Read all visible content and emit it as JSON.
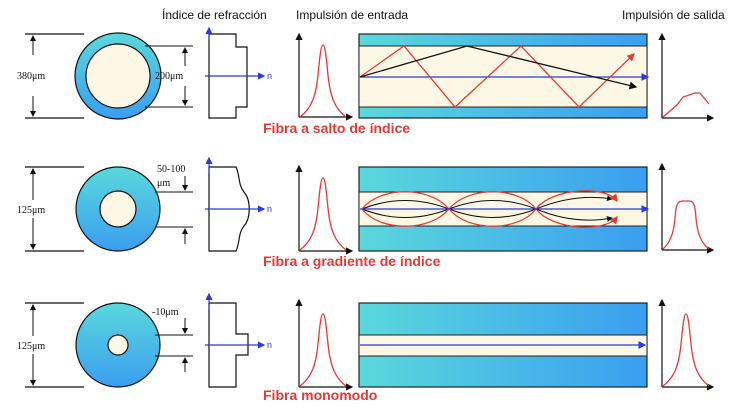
{
  "headers": {
    "refraction_index": "Índice de refracción",
    "input_pulse": "Impulsión de entrada",
    "output_pulse": "Impulsión de salida"
  },
  "axis_label_n": "n",
  "colors": {
    "cladding_start": "#5ad8dc",
    "cladding_end": "#3a9ef0",
    "core": "#fdf8e6",
    "ray_red": "#e53935",
    "axis_blue": "#2a3bd8",
    "title_red": "#e53935"
  },
  "rows": [
    {
      "id": "step-index",
      "title": "Fibra a salto de índice",
      "outer_diameter_label": "380μm",
      "core_diameter_label": "200μm",
      "profile": "step",
      "output_pulse_shape": "broad-irregular"
    },
    {
      "id": "graded-index",
      "title": "Fibra a gradiente de índice",
      "outer_diameter_label": "125μm",
      "core_diameter_label_line1": "50-100",
      "core_diameter_label_line2": "μm",
      "profile": "graded",
      "output_pulse_shape": "flat-top"
    },
    {
      "id": "single-mode",
      "title": "Fibra monomodo",
      "outer_diameter_label": "125μm",
      "core_diameter_label": "-10μm",
      "profile": "step-narrow",
      "output_pulse_shape": "narrow-peak"
    }
  ]
}
